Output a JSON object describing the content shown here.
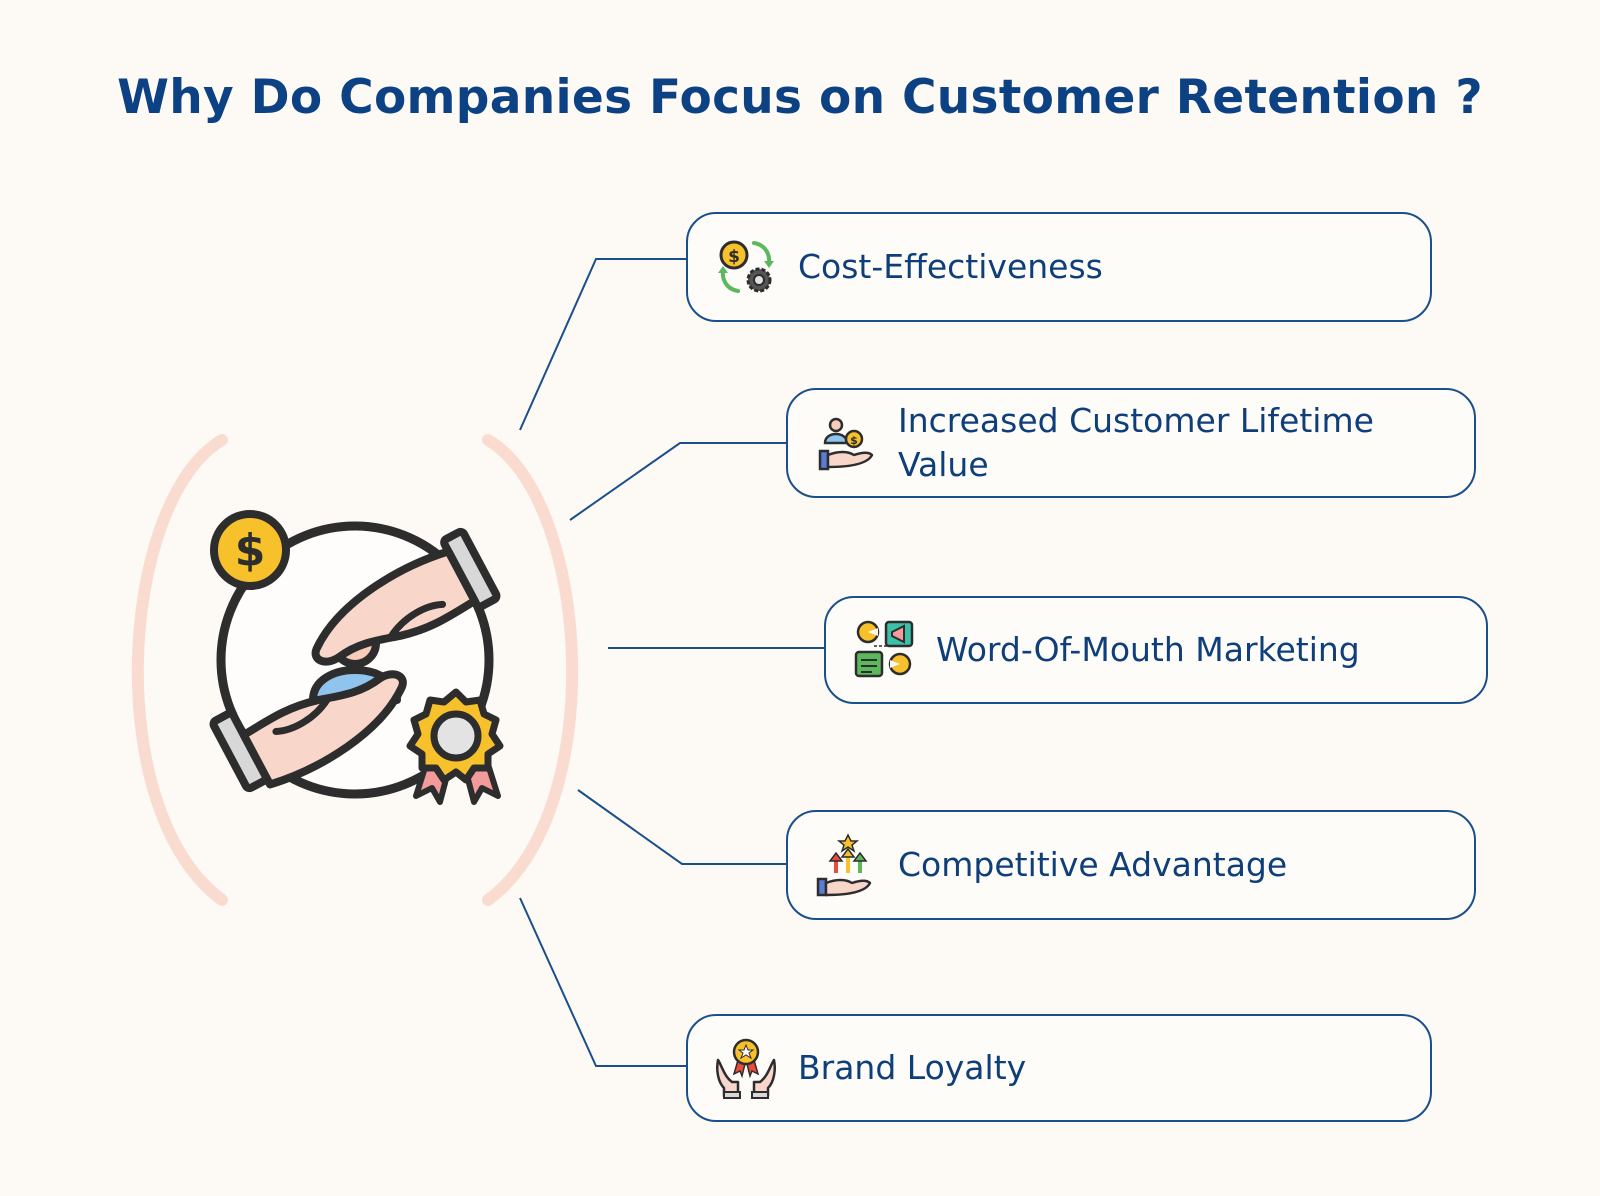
{
  "title": "Why Do Companies Focus on Customer Retention ?",
  "colors": {
    "title": "#0c4283",
    "card_border": "#1a4f8c",
    "text": "#0f3f7a",
    "bracket": "#f9dccf",
    "background": "#fdf9f4"
  },
  "items": [
    {
      "label": "Cost-Effectiveness",
      "icon": "coin-gear-cycle-icon"
    },
    {
      "label": "Increased Customer Lifetime Value",
      "icon": "hand-customer-coin-icon"
    },
    {
      "label": "Word-Of-Mouth Marketing",
      "icon": "megaphone-chat-icon"
    },
    {
      "label": "Competitive Advantage",
      "icon": "hand-growth-arrows-icon"
    },
    {
      "label": "Brand Loyalty",
      "icon": "hands-award-icon"
    }
  ],
  "hub": {
    "icon": "customer-retention-hands-icon"
  }
}
